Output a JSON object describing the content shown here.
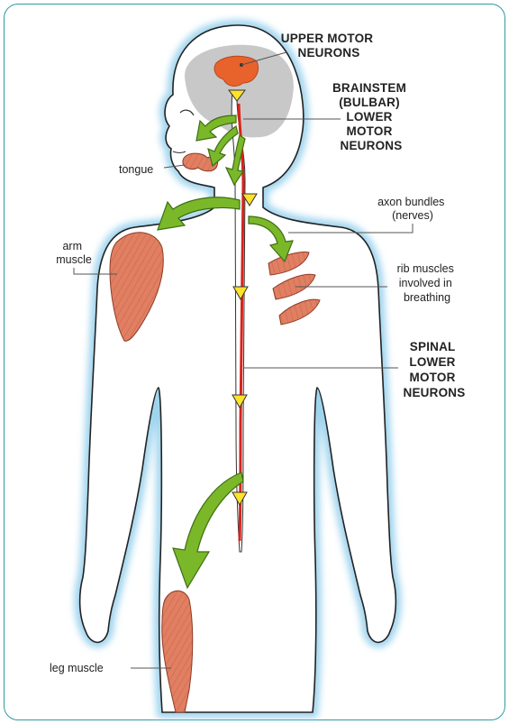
{
  "labels": {
    "upper_motor_neurons": [
      "UPPER MOTOR",
      "NEURONS"
    ],
    "brainstem": [
      "BRAINSTEM",
      "(BULBAR)",
      "LOWER",
      "MOTOR",
      "NEURONS"
    ],
    "tongue": "tongue",
    "axon_bundles": [
      "axon bundles",
      "(nerves)"
    ],
    "arm_muscle": [
      "arm",
      "muscle"
    ],
    "rib_muscles": [
      "rib muscles",
      "involved in",
      "breathing"
    ],
    "spinal": [
      "SPINAL",
      "LOWER",
      "MOTOR",
      "NEURONS"
    ],
    "leg_muscle": "leg muscle"
  },
  "colors": {
    "frame": "#2f9aa0",
    "body_glow": "#9fd4ee",
    "brain": "#c8c8c8",
    "neuron_orange": "#e8622c",
    "muscle": "#e07f62",
    "arrow_green": "#7ab829",
    "arrowhead_yellow": "#ffe22a",
    "spinal_cord": "#d8231c"
  }
}
